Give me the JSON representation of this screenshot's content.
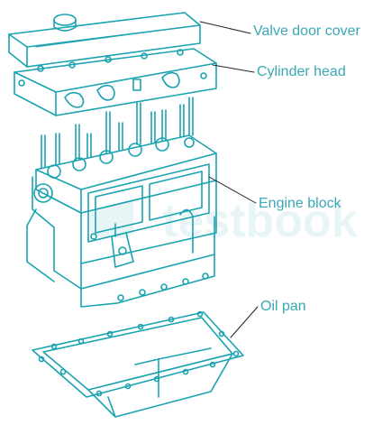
{
  "labels": {
    "valve_door_cover": "Valve door cover",
    "cylinder_head": "Cylinder head",
    "engine_block": "Engine block",
    "oil_pan": "Oil pan"
  },
  "watermark": {
    "text": "testbook"
  },
  "colors": {
    "stroke": "#1aa3b0",
    "label": "#3aa7b5",
    "watermark": "#e3f2f4"
  }
}
